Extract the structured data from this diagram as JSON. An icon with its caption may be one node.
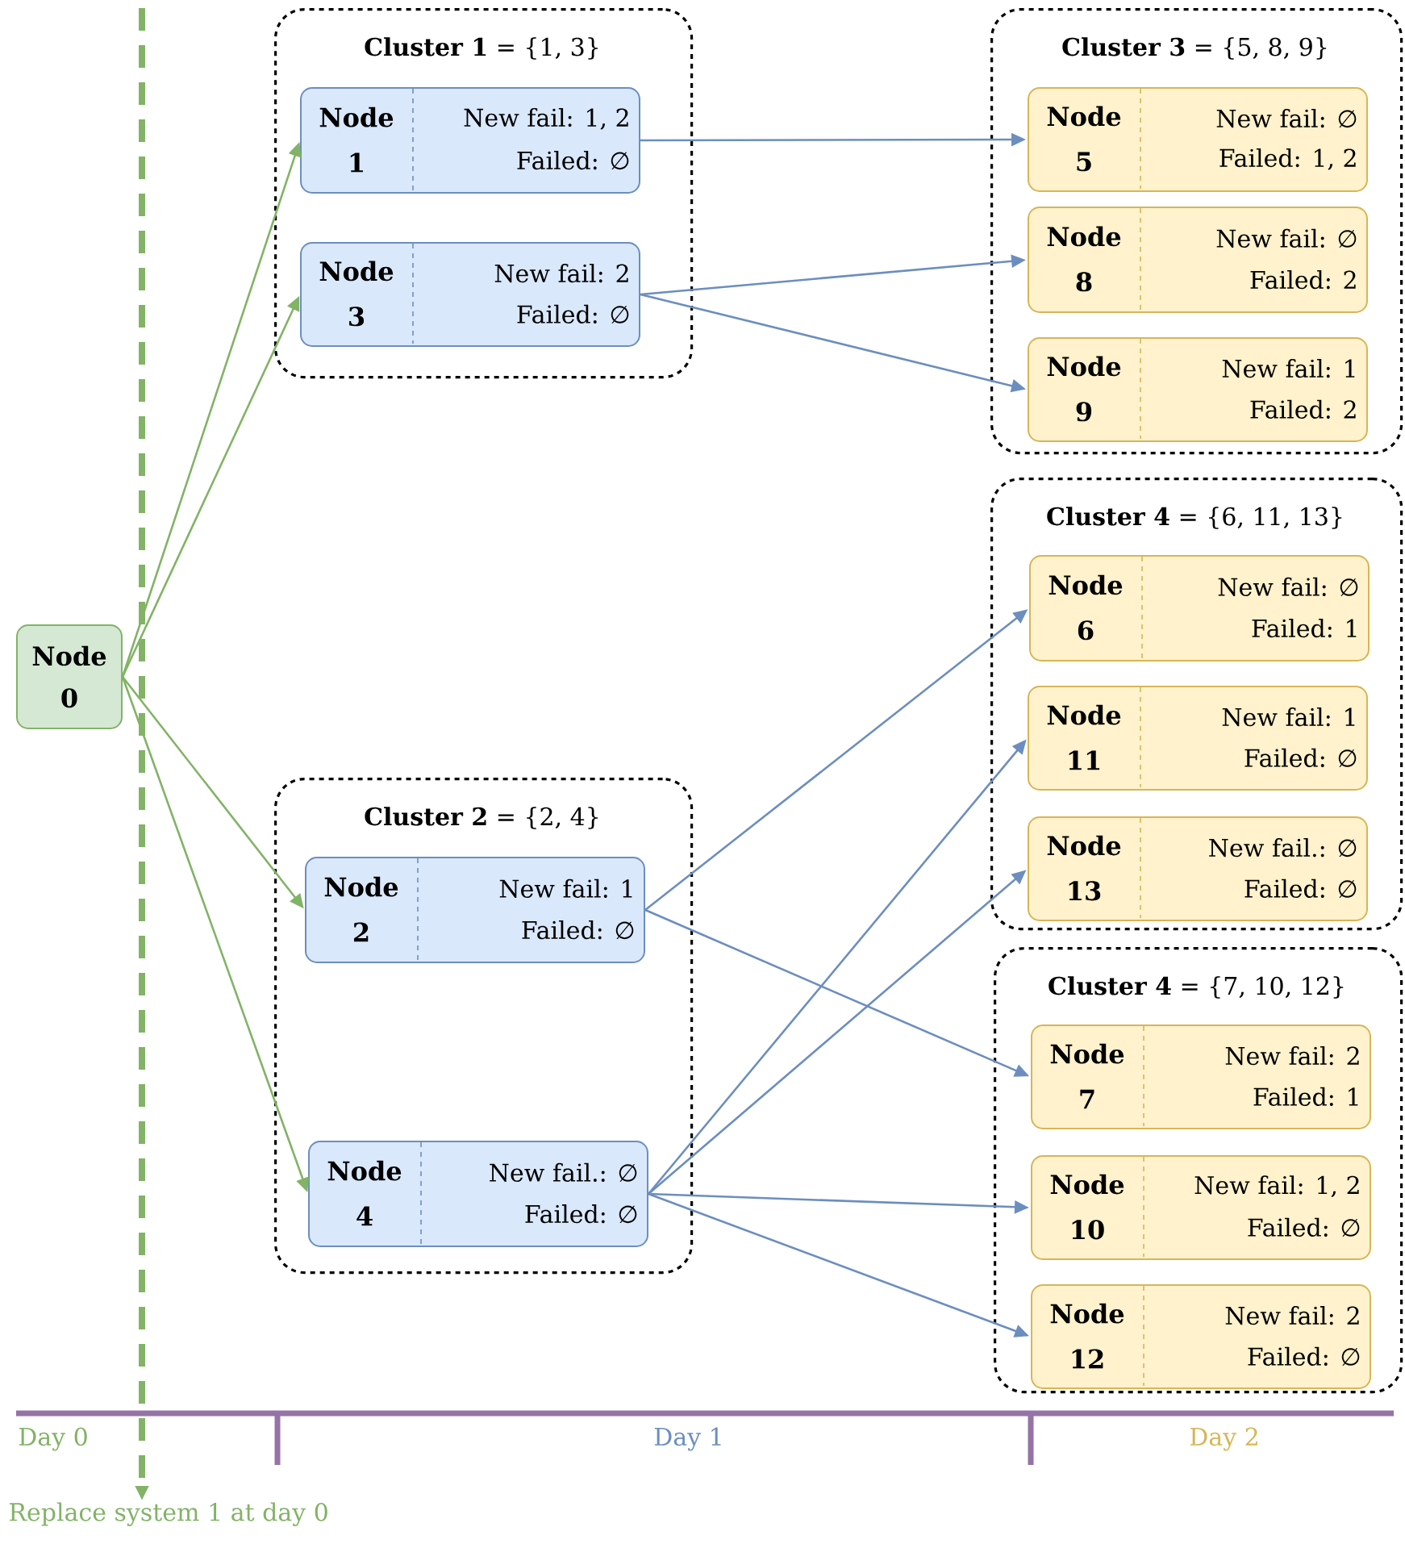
{
  "diagram": {
    "nodes": [
      {
        "text": [
          "Node 0"
        ]
      },
      {
        "text": [
          "**Cluster 1** = {1, 3}"
        ]
      },
      {
        "text": [
          "Node 1",
          "New fail: 1, 2",
          "Failed: ∅"
        ],
        "in": 1
      },
      {
        "text": [
          "Node 3",
          "New fail: 2",
          "Failed: ∅"
        ],
        "in": 1
      },
      {
        "text": [
          "**Cluster 2** = {2, 4}"
        ]
      },
      {
        "text": [
          "Node 2",
          "New fail: 1",
          "Failed: ∅"
        ],
        "in": 4
      },
      {
        "text": [
          "Node 4",
          "New fail.: ∅",
          "Failed: ∅"
        ],
        "in": 4
      },
      {
        "text": [
          "**Cluster 3** = {5, 8, 9}"
        ]
      },
      {
        "text": [
          "Node 5",
          "New fail: ∅",
          "Failed: 1, 2"
        ],
        "in": 7
      },
      {
        "text": [
          "Node 8",
          "New fail: ∅",
          "Failed: 2"
        ],
        "in": 7
      },
      {
        "text": [
          "Node 9",
          "New fail: 1",
          "Failed: 2"
        ],
        "in": 7
      },
      {
        "text": [
          "**Cluster 4** = {6, 11, 13}"
        ]
      },
      {
        "text": [
          "Node 6",
          "New fail: ∅",
          "Failed: 1"
        ],
        "in": 11
      },
      {
        "text": [
          "Node 11",
          "New fail: 1",
          "Failed: ∅"
        ],
        "in": 11
      },
      {
        "text": [
          "Node 13",
          "New fail.: ∅",
          "Failed: ∅"
        ],
        "in": 11
      },
      {
        "text": [
          "**Cluster 4** = {7, 10, 12}"
        ]
      },
      {
        "text": [
          "Node 7",
          "New fail: 2",
          "Failed: 1"
        ],
        "in": 15
      },
      {
        "text": [
          "Node 10",
          "New fail: 1, 2",
          "Failed: ∅"
        ],
        "in": 15
      },
      {
        "text": [
          "Node 12",
          "New fail: 2",
          "Failed: ∅"
        ],
        "in": 15
      },
      {
        "text": [
          "Replace system 1 at day 0"
        ]
      }
    ],
    "edges": [
      {
        "from": 0,
        "to": 2,
        "arrow": "to",
        "color": "#82b366"
      },
      {
        "from": 0,
        "to": 3,
        "arrow": "to",
        "color": "#82b366"
      },
      {
        "from": 0,
        "to": 5,
        "arrow": "to",
        "color": "#82b366"
      },
      {
        "from": 0,
        "to": 6,
        "arrow": "to",
        "color": "#82b366"
      },
      {
        "from": 2,
        "to": 8,
        "arrow": "to"
      },
      {
        "from": 3,
        "to": 9,
        "arrow": "to"
      },
      {
        "from": 3,
        "to": 10,
        "arrow": "to"
      },
      {
        "from": 5,
        "to": 12,
        "arrow": "to"
      },
      {
        "from": 5,
        "to": 16,
        "arrow": "to"
      },
      {
        "from": 6,
        "to": 13,
        "arrow": "to"
      },
      {
        "from": 6,
        "to": 14,
        "arrow": "to"
      },
      {
        "from": 6,
        "to": 17,
        "arrow": "to"
      },
      {
        "from": 6,
        "to": 18,
        "arrow": "to"
      },
      {
        "from": null,
        "to": 19,
        "arrow": "to",
        "style": "dashed",
        "color": "#82b366"
      }
    ],
    "labels": [
      "Day 0",
      "Day 1",
      "Day 2"
    ]
  }
}
